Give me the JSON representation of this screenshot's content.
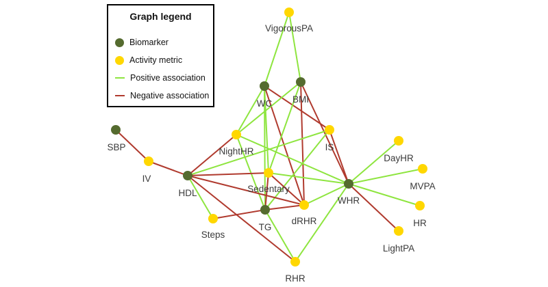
{
  "legend": {
    "title": "Graph legend",
    "items": [
      {
        "key": "biomarker",
        "label": "Biomarker",
        "symbol": "dot",
        "color": "#556b2f"
      },
      {
        "key": "activity",
        "label": "Activity metric",
        "symbol": "dot",
        "color": "#ffd700"
      },
      {
        "key": "positive",
        "label": "Positive association",
        "symbol": "line",
        "color": "#8ee53f"
      },
      {
        "key": "negative",
        "label": "Negative association",
        "symbol": "line",
        "color": "#b03a2e"
      }
    ]
  },
  "nodes": [
    {
      "id": "VigorousPA",
      "label": "VigorousPA",
      "type": "activity"
    },
    {
      "id": "WC",
      "label": "WC",
      "type": "biomarker"
    },
    {
      "id": "BMI",
      "label": "BMI",
      "type": "biomarker"
    },
    {
      "id": "SBP",
      "label": "SBP",
      "type": "biomarker"
    },
    {
      "id": "IV",
      "label": "IV",
      "type": "activity"
    },
    {
      "id": "NightHR",
      "label": "NightHR",
      "type": "activity"
    },
    {
      "id": "IS",
      "label": "IS",
      "type": "activity"
    },
    {
      "id": "DayHR",
      "label": "DayHR",
      "type": "activity"
    },
    {
      "id": "HDL",
      "label": "HDL",
      "type": "biomarker"
    },
    {
      "id": "Sedentary",
      "label": "Sedentary",
      "type": "activity"
    },
    {
      "id": "MVPA",
      "label": "MVPA",
      "type": "activity"
    },
    {
      "id": "WHR",
      "label": "WHR",
      "type": "biomarker"
    },
    {
      "id": "dRHR",
      "label": "dRHR",
      "type": "activity"
    },
    {
      "id": "TG",
      "label": "TG",
      "type": "biomarker"
    },
    {
      "id": "Steps",
      "label": "Steps",
      "type": "activity"
    },
    {
      "id": "HR",
      "label": "HR",
      "type": "activity"
    },
    {
      "id": "LightPA",
      "label": "LightPA",
      "type": "activity"
    },
    {
      "id": "RHR",
      "label": "RHR",
      "type": "activity"
    }
  ],
  "edges": [
    {
      "source": "VigorousPA",
      "target": "WC",
      "type": "positive"
    },
    {
      "source": "VigorousPA",
      "target": "BMI",
      "type": "positive"
    },
    {
      "source": "WC",
      "target": "NightHR",
      "type": "positive"
    },
    {
      "source": "WC",
      "target": "Sedentary",
      "type": "positive"
    },
    {
      "source": "WC",
      "target": "TG",
      "type": "positive"
    },
    {
      "source": "WC",
      "target": "dRHR",
      "type": "negative"
    },
    {
      "source": "WC",
      "target": "IS",
      "type": "negative"
    },
    {
      "source": "BMI",
      "target": "NightHR",
      "type": "positive"
    },
    {
      "source": "BMI",
      "target": "Sedentary",
      "type": "positive"
    },
    {
      "source": "BMI",
      "target": "dRHR",
      "type": "negative"
    },
    {
      "source": "BMI",
      "target": "WHR",
      "type": "negative"
    },
    {
      "source": "SBP",
      "target": "IV",
      "type": "negative"
    },
    {
      "source": "IV",
      "target": "HDL",
      "type": "negative"
    },
    {
      "source": "IS",
      "target": "HDL",
      "type": "positive"
    },
    {
      "source": "IS",
      "target": "WHR",
      "type": "negative"
    },
    {
      "source": "IS",
      "target": "TG",
      "type": "positive"
    },
    {
      "source": "NightHR",
      "target": "HDL",
      "type": "negative"
    },
    {
      "source": "NightHR",
      "target": "WHR",
      "type": "positive"
    },
    {
      "source": "NightHR",
      "target": "TG",
      "type": "positive"
    },
    {
      "source": "HDL",
      "target": "Sedentary",
      "type": "negative"
    },
    {
      "source": "HDL",
      "target": "dRHR",
      "type": "negative"
    },
    {
      "source": "HDL",
      "target": "Steps",
      "type": "positive"
    },
    {
      "source": "HDL",
      "target": "RHR",
      "type": "negative"
    },
    {
      "source": "Sedentary",
      "target": "WHR",
      "type": "positive"
    },
    {
      "source": "Sedentary",
      "target": "TG",
      "type": "negative"
    },
    {
      "source": "Sedentary",
      "target": "dRHR",
      "type": "negative"
    },
    {
      "source": "WHR",
      "target": "DayHR",
      "type": "positive"
    },
    {
      "source": "WHR",
      "target": "MVPA",
      "type": "positive"
    },
    {
      "source": "WHR",
      "target": "HR",
      "type": "positive"
    },
    {
      "source": "WHR",
      "target": "LightPA",
      "type": "negative"
    },
    {
      "source": "WHR",
      "target": "dRHR",
      "type": "positive"
    },
    {
      "source": "WHR",
      "target": "RHR",
      "type": "positive"
    },
    {
      "source": "TG",
      "target": "dRHR",
      "type": "negative"
    },
    {
      "source": "TG",
      "target": "Steps",
      "type": "negative"
    },
    {
      "source": "TG",
      "target": "RHR",
      "type": "positive"
    }
  ]
}
